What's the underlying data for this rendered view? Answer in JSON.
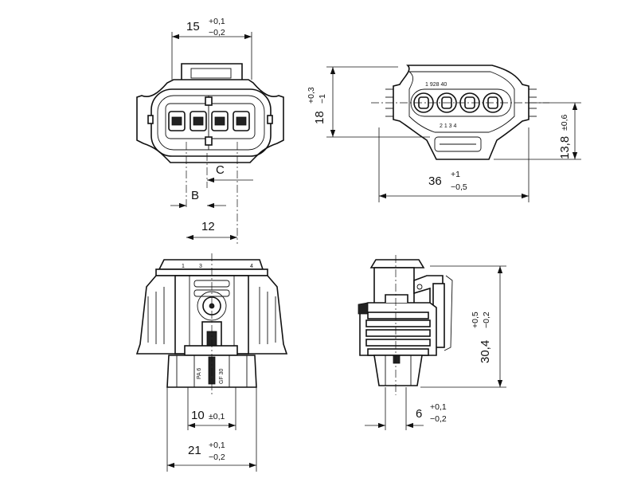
{
  "dimensions": {
    "d15": {
      "value": "15",
      "tol_plus": "+0,1",
      "tol_minus": "−0,2"
    },
    "d12": {
      "value": "12"
    },
    "dB": {
      "value": "B"
    },
    "dC": {
      "value": "C"
    },
    "d18": {
      "value": "18",
      "tol_plus": "+0,3",
      "tol_minus": "−1"
    },
    "d36": {
      "value": "36",
      "tol_plus": "+1",
      "tol_minus": "−0,5"
    },
    "d13_8": {
      "value": "13,8",
      "tol": "±0,6"
    },
    "d10": {
      "value": "10",
      "tol": "±0,1"
    },
    "d21": {
      "value": "21",
      "tol_plus": "+0,1",
      "tol_minus": "−0,2"
    },
    "d6": {
      "value": "6",
      "tol_plus": "+0,1",
      "tol_minus": "−0,2"
    },
    "d30_4": {
      "value": "30,4",
      "tol_plus": "+0,5",
      "tol_minus": "−0,2"
    }
  },
  "part_markings": {
    "top_number": "1 928 40",
    "bottom_number": "2 1 3 4",
    "top_bar_left": "1",
    "top_bar_mid": "3",
    "top_bar_right": "4",
    "pa_mark": "PA 6",
    "gf_mark": "GF 30"
  }
}
